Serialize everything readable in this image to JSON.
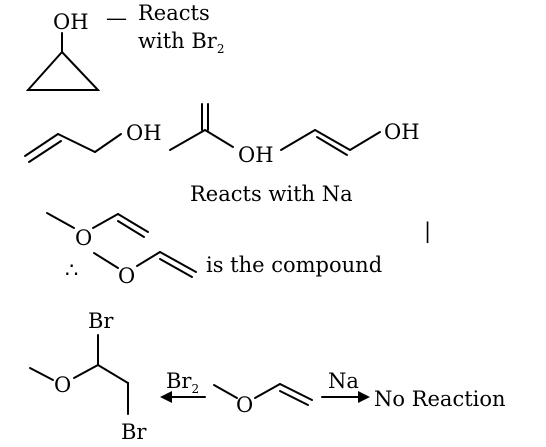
{
  "cyclopropanol": {
    "oh": "OH",
    "dash": "—",
    "note_line1": "Reacts",
    "note_line2_prefix": "with Br",
    "note_line2_sub": "2"
  },
  "alcohols": {
    "allyl_oh": "OH",
    "enol_oh": "OH",
    "vinyl_oh": "OH",
    "caption": "Reacts with Na"
  },
  "ether": {
    "o_first": "O",
    "therefore": "∴",
    "o_second": "O",
    "conclusion": "is the compound"
  },
  "reaction": {
    "br_top": "Br",
    "o_product": "O",
    "br_bottom": "Br",
    "reagent_left_prefix": "Br",
    "reagent_left_sub": "2",
    "o_reactant": "O",
    "reagent_right": "Na",
    "outcome": "No Reaction"
  },
  "cursor": "|"
}
